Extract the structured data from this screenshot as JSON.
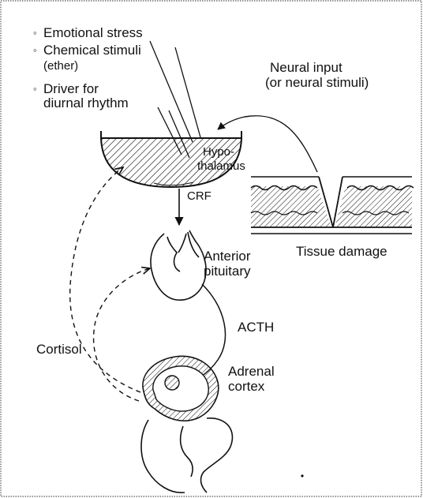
{
  "stimuli": {
    "emotional_stress": "Emotional stress",
    "chemical_stimuli": "Chemical stimuli",
    "chemical_stimuli_note": "(ether)",
    "diurnal_line1": "Driver for",
    "diurnal_line2": "diurnal rhythm"
  },
  "neural_input": {
    "line1": "Neural input",
    "line2": "(or neural stimuli)"
  },
  "hypothalamus": {
    "line1": "Hypo-",
    "line2": "thalamus"
  },
  "crf_label": "CRF",
  "tissue_damage_label": "Tissue damage",
  "anterior_pituitary": {
    "line1": "Anterior",
    "line2": "pituitary"
  },
  "acth_label": "ACTH",
  "cortisol_label": "Cortisol",
  "adrenal_cortex": {
    "line1": "Adrenal",
    "line2": "cortex"
  },
  "colors": {
    "ink": "#111111",
    "border": "#555555",
    "background": "#ffffff"
  }
}
